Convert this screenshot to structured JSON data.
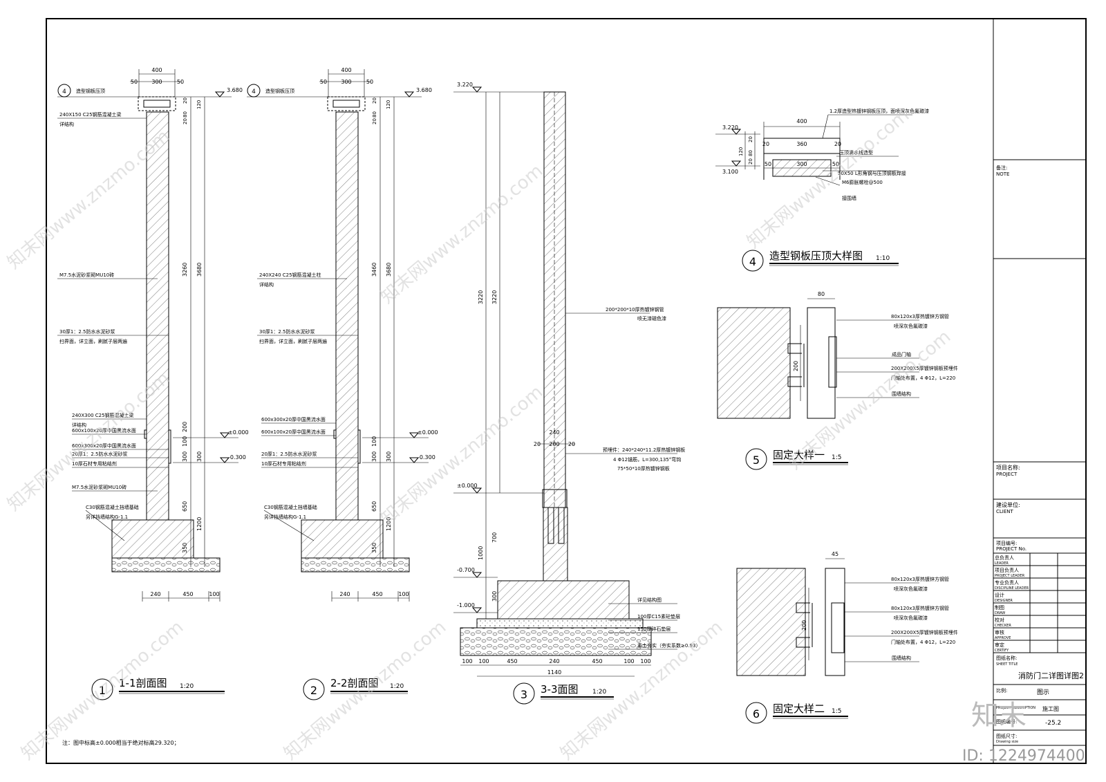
{
  "sections": {
    "s1": {
      "title_no": "1",
      "title": "1-1剖面图",
      "scale": "1:20",
      "dims_top": [
        "400",
        "50",
        "300",
        "50"
      ],
      "level_top": "3.680",
      "level_zero": "±0.000",
      "level_neg": "-0.300",
      "dims_vert": [
        "20",
        "80",
        "20",
        "120",
        "3260",
        "3680",
        "200",
        "100",
        "300",
        "300",
        "650",
        "1200",
        "350"
      ],
      "dims_bottom": [
        "240",
        "450",
        "100"
      ],
      "labels": [
        "造型钢板压顶",
        "240X150 C25钢筋混凝土梁",
        "详结构",
        "M7.5水泥砂浆砌MU10砖",
        "30厚1：2.5防水水泥砂浆",
        "扫界面，详立面，刷腻子层两遍",
        "240X300 C25钢筋混凝土梁",
        "详结构",
        "600x100x20厚中国黑流水面",
        "600x300x20厚中国黑流水面",
        "20厚1：2.5防水水泥砂浆",
        "10厚石材专用粘结剂",
        "M7.5水泥砂浆砌MU10砖",
        "C30钢筋混凝土挡墙基础",
        "另详挡墙结构G-1.1"
      ]
    },
    "s2": {
      "title_no": "2",
      "title": "2-2剖面图",
      "scale": "1:20",
      "dims_top": [
        "400",
        "50",
        "300",
        "50"
      ],
      "level_top": "3.680",
      "level_zero": "±0.000",
      "level_neg": "-0.300",
      "dims_vert": [
        "20",
        "80",
        "20",
        "120",
        "3460",
        "3680",
        "100",
        "300",
        "300",
        "650",
        "1200",
        "350"
      ],
      "dims_bottom": [
        "240",
        "450",
        "100"
      ],
      "labels": [
        "造型钢板压顶",
        "240X240 C25钢筋混凝土柱",
        "详结构",
        "30厚1：2.5防水水泥砂浆",
        "扫界面，详立面，刷腻子层两遍",
        "600x300x20厚中国黑流水面",
        "600x100x20厚中国黑流水面",
        "20厚1：2.5防水水泥砂浆",
        "10厚石材专用粘结剂",
        "C30钢筋混凝土挡墙基础",
        "另详挡墙结构G-1.1"
      ]
    },
    "s3": {
      "title_no": "3",
      "title": "3-3面图",
      "scale": "1:20",
      "level_top": "3.220",
      "level_zero": "±0.000",
      "level_a": "-0.700",
      "level_b": "-1.000",
      "dims_vert": [
        "3220",
        "3220",
        "700",
        "1000",
        "300"
      ],
      "dims_mid": [
        "240",
        "20",
        "200",
        "20"
      ],
      "dims_bottom": [
        "100",
        "100",
        "450",
        "240",
        "450",
        "100",
        "100"
      ],
      "dim_total": "1140",
      "labels": [
        "200*200*10厚热镀锌钢管",
        "喷无漆磁色漆",
        "预埋件：240*240*11.2厚热镀锌钢板",
        "4 Φ12锚筋，L=300,135°弯钩",
        "75*50*10厚热镀锌钢板",
        "详见结构图",
        "100厚C15素砼垫层",
        "150厚碎石垫层",
        "素土夯实（夯实系数≥0.93）"
      ]
    },
    "d4": {
      "title_no": "4",
      "title": "造型钢板压顶大样图",
      "scale": "1:10",
      "level_a": "3.220",
      "level_b": "3.100",
      "dims": [
        "400",
        "20",
        "360",
        "20",
        "20",
        "80",
        "120",
        "20",
        "50",
        "300",
        "50"
      ],
      "labels": [
        "1.2厚造型热镀锌钢板压顶，面喷深灰色氟碳漆",
        "压顶滴水线造型",
        "50X50 L形角钢与压顶钢板焊接",
        "M6膨胀螺栓@500",
        "接围墙"
      ]
    },
    "d5": {
      "title_no": "5",
      "title": "固定大样一",
      "scale": "1:5",
      "dims": [
        "80",
        "200"
      ],
      "labels": [
        "80x120x3厚热镀锌方钢管",
        "喷深灰色氟碳漆",
        "成品门轴",
        "200X200X5厚镀锌钢板预埋件",
        "门轴处布置，4 Φ12，L=220",
        "围墙结构"
      ]
    },
    "d6": {
      "title_no": "6",
      "title": "固定大样二",
      "scale": "1:5",
      "dims": [
        "45",
        "200"
      ],
      "labels": [
        "80x120x3厚热镀锌方钢管",
        "喷深灰色氟碳漆",
        "80x120x3厚热镀锌方钢管",
        "喷深灰色氟碳漆",
        "200X200X5厚镀锌钢板预埋件",
        "门轴处布置，4 Φ12，L=220",
        "围墙结构"
      ]
    }
  },
  "note_bottom": "注：图中标高±0.000相当于绝对标高29.320；",
  "title_block": {
    "note_cn": "备注:",
    "note_en": "NOTE",
    "project_cn": "项目名称:",
    "project_en": "PROJECT",
    "client_cn": "建设单位:",
    "client_en": "CLIENT",
    "project_no_cn": "项目编号:",
    "project_no_en": "PROJECT No.",
    "roles": [
      {
        "cn": "总负责人",
        "en": "LEADER"
      },
      {
        "cn": "项目负责人",
        "en": "PROJECT LEADER"
      },
      {
        "cn": "专业负责人",
        "en": "DISCIPLINE LEADER"
      },
      {
        "cn": "设计",
        "en": "DESIGNER"
      },
      {
        "cn": "制图",
        "en": "DRAW"
      },
      {
        "cn": "校对",
        "en": "CHECKER"
      },
      {
        "cn": "审核",
        "en": "APPROVE"
      },
      {
        "cn": "审定",
        "en": "CERTIFY"
      }
    ],
    "sheet_title_cn": "图纸名称:",
    "sheet_title_en": "SHEET TITLE",
    "sheet_title": "消防门二详图详图2",
    "scale_cn": "比例:",
    "scale_val": "图示",
    "desc_en": "PROJECT DESCRIPTION",
    "desc_val": "施工图",
    "drawing_no_cn": "图纸编号:",
    "drawing_no_val": "-25.2",
    "size_cn": "图纸尺寸:",
    "size_en": "Drawing size"
  },
  "watermark": {
    "text": "知末网www.znzmo.com",
    "logo": "知末",
    "id": "ID: 1224974400"
  }
}
